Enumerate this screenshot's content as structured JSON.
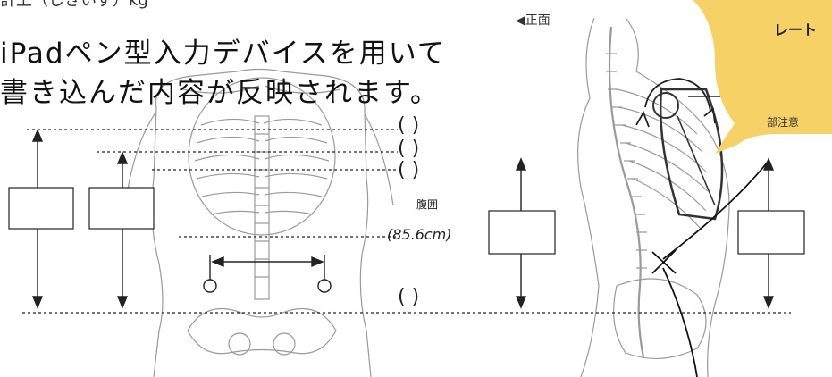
{
  "header": {
    "cut_text": "計上（しきいず）kg"
  },
  "note": {
    "line1": "iPadペン型入力デバイスを用いて",
    "line2": "書き込んだ内容が反映されます。"
  },
  "measurements": {
    "paren_blank": "(          )",
    "waist_label": "腹囲",
    "waist_value": "(85.6cm)"
  },
  "side_view": {
    "front_label": "◀正面"
  },
  "callout": {
    "text": "レート",
    "warning": "部注意"
  },
  "colors": {
    "bubble": "#f6d266",
    "line": "#222222",
    "figure": "#9a9a9a"
  }
}
